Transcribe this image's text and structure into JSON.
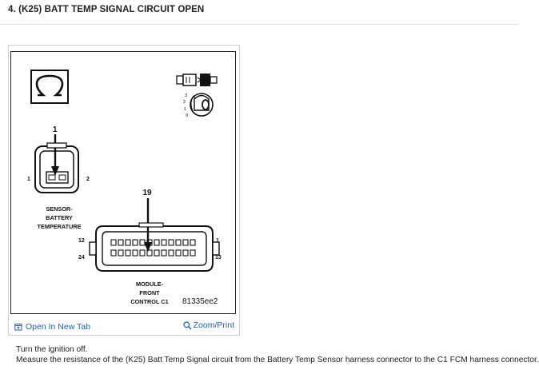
{
  "step": {
    "title": "4. (K25) BATT TEMP SIGNAL CIRCUIT OPEN"
  },
  "diagram": {
    "sensor_pin_callout": "1",
    "sensor_left_pin": "1",
    "sensor_right_pin": "2",
    "sensor_label_line1": "SENSOR-",
    "sensor_label_line2": "BATTERY",
    "sensor_label_line3": "TEMPERATURE",
    "module_pin_callout": "19",
    "module_pin_top_left": "12",
    "module_pin_top_right": "1",
    "module_pin_bottom_left": "24",
    "module_pin_bottom_right": "13",
    "module_label_line1": "MODULE-",
    "module_label_line2": "FRONT",
    "module_label_line3": "CONTROL C1",
    "figure_code": "81335ee2",
    "ignition_positions": [
      "3",
      "2",
      "1",
      "0"
    ],
    "icons": [
      "ohmmeter-icon",
      "connector-disconnect-icon",
      "ignition-key-icon"
    ]
  },
  "toolbar": {
    "open_new_tab": "Open In New Tab",
    "zoom_print": "Zoom/Print"
  },
  "instructions": {
    "line1": "Turn the ignition off.",
    "line2": "Measure the resistance of the (K25) Batt Temp Signal circuit from the Battery Temp Sensor harness connector to the C1 FCM harness connector."
  },
  "colors": {
    "link": "#1f5fa8",
    "diagram_ink": "#111111"
  }
}
